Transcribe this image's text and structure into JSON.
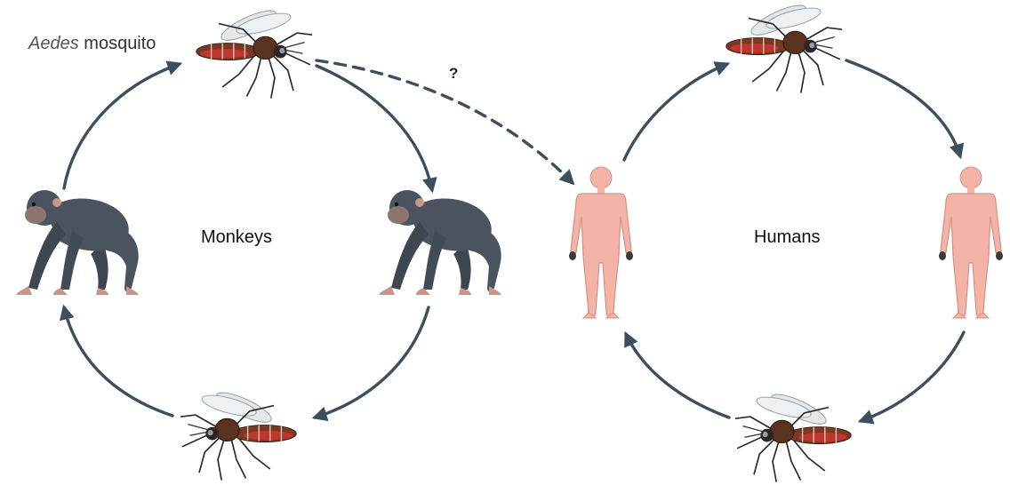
{
  "species_label": {
    "genus": "Aedes",
    "rest": "mosquito"
  },
  "unknown_link_label": "?",
  "cycles": {
    "sylvatic": {
      "host_label": "Monkeys"
    },
    "urban": {
      "host_label": "Humans"
    }
  },
  "colors": {
    "arrow": "#3d4f5c",
    "monkey_fur": "#4a535e",
    "monkey_skin": "#c9958a",
    "human_skin": "#f3b3a7",
    "mosquito_body": "#6a3b22",
    "mosquito_blood": "#c2342e"
  },
  "icons": [
    "mosquito-icon",
    "monkey-icon",
    "human-icon"
  ]
}
